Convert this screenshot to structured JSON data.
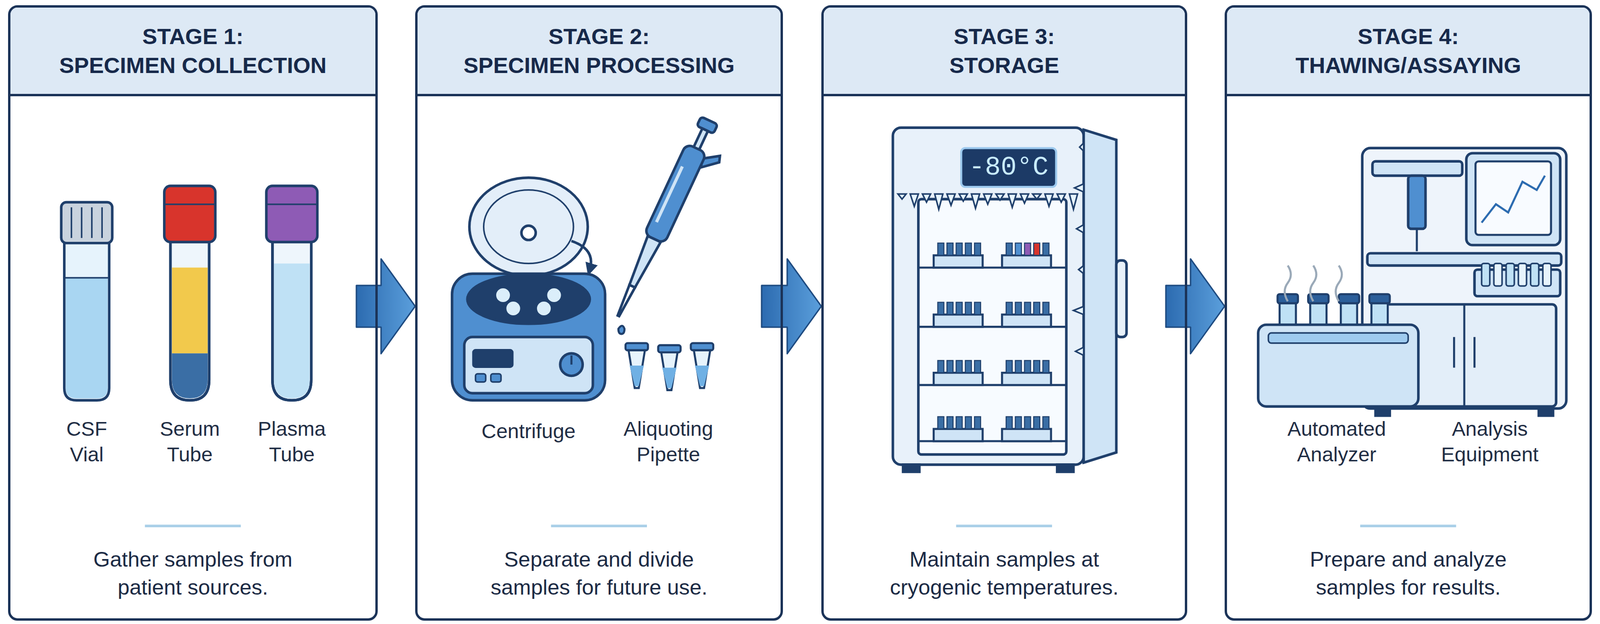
{
  "diagram": {
    "nodes": [
      {
        "text": [
          "STAGE 1:",
          "SPECIMEN COLLECTION",
          "Gather samples from patient sources."
        ]
      },
      {
        "text": [
          "STAGE 2:",
          "SPECIMEN PROCESSING",
          "Separate and divide samples for future use."
        ]
      },
      {
        "text": [
          "STAGE 3:",
          "STORAGE",
          "Maintain samples at cryogenic temperatures."
        ]
      },
      {
        "text": [
          "STAGE 4:",
          "THAWING/ASSAYING",
          "Prepare and analyze samples for results."
        ]
      }
    ],
    "edges": [
      {
        "from": 0,
        "to": 1,
        "arrow": "to"
      },
      {
        "from": 1,
        "to": 2,
        "arrow": "to"
      },
      {
        "from": 2,
        "to": 3,
        "arrow": "to"
      }
    ],
    "labels": [
      "CSF Vial",
      "Serum Tube",
      "Plasma Tube",
      "Centrifuge",
      "Aliquoting Pipette",
      "-80°C",
      "Automated Analyzer",
      "Analysis Equipment"
    ]
  }
}
